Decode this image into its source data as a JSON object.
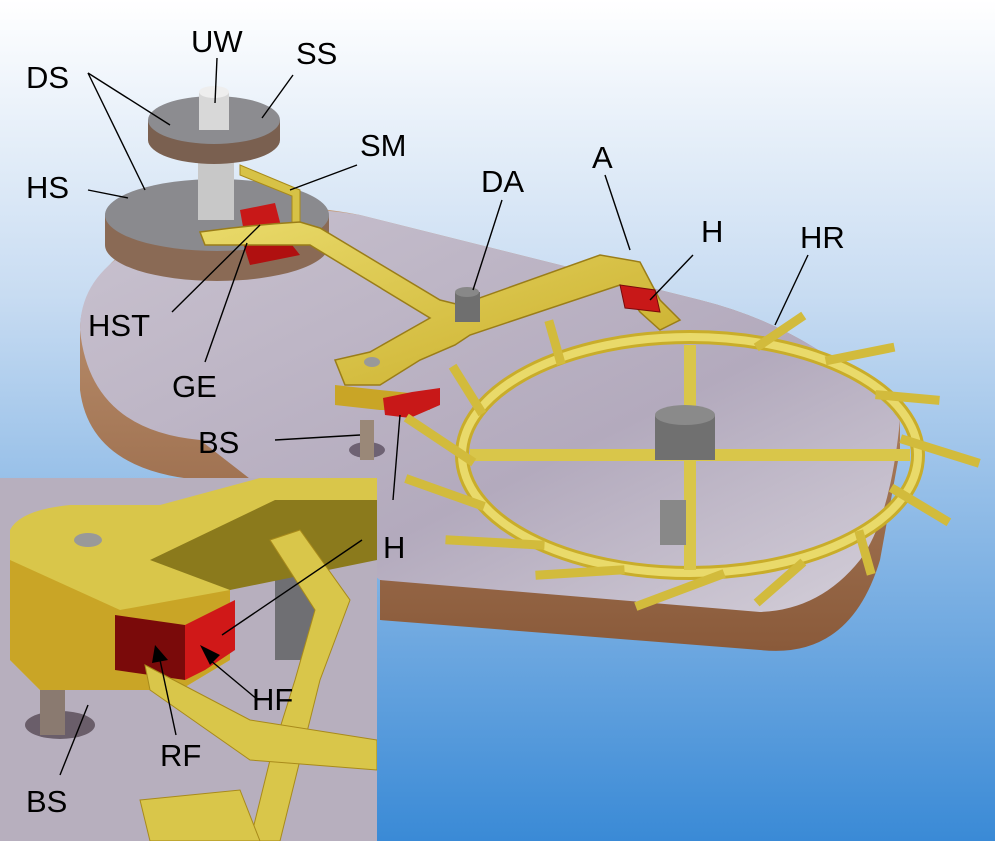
{
  "labels": {
    "uw": "UW",
    "ss": "SS",
    "ds": "DS",
    "hs": "HS",
    "sm": "SM",
    "da": "DA",
    "a": "A",
    "h_top": "H",
    "hr": "HR",
    "hst": "HST",
    "ge": "GE",
    "bs_main": "BS",
    "h_mid": "H",
    "hf": "HF",
    "rf": "RF",
    "bs_inset": "BS"
  },
  "colors": {
    "sky_top": "#ffffff",
    "sky_bottom": "#3a8ad6",
    "plate": "#b9b1c2",
    "plate_edge": "#a77a55",
    "gold": "#d9c64a",
    "gold_dark": "#a88a1a",
    "red": "#d01818",
    "dark_red": "#7a0a0a",
    "steel": "#808080"
  }
}
